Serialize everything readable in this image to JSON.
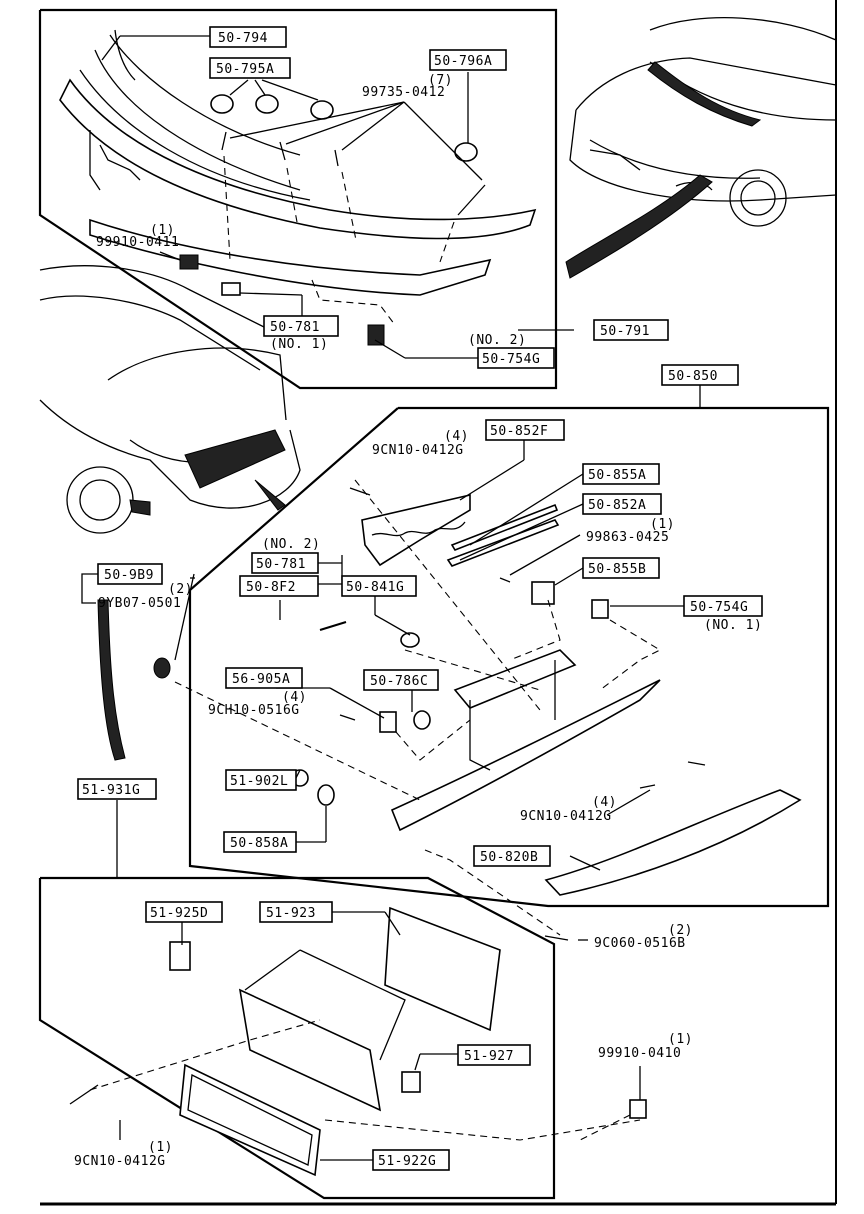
{
  "callouts": {
    "c50_794": "50-794",
    "c50_795A": "50-795A",
    "c50_796A": "50-796A",
    "c99735_qty": "(7)",
    "c99735": "99735-0412",
    "c99910_0411_qty": "(1)",
    "c99910_0411": "99910-0411",
    "c50_781_top": "50-781",
    "c50_781_top_note": "(NO. 1)",
    "c50_754G_top_note": "(NO. 2)",
    "c50_754G_top": "50-754G",
    "c50_791": "50-791",
    "c50_850": "50-850",
    "c50_852F": "50-852F",
    "c9CN10_top_qty": "(4)",
    "c9CN10_top": "9CN10-0412G",
    "c50_855A": "50-855A",
    "c50_852A": "50-852A",
    "c99863_qty": "(1)",
    "c99863": "99863-0425",
    "c50_855B": "50-855B",
    "c50_754G_mid": "50-754G",
    "c50_754G_mid_note": "(NO. 1)",
    "c50_781_mid_note": "(NO. 2)",
    "c50_781_mid": "50-781",
    "c50_8F2": "50-8F2",
    "c50_841G": "50-841G",
    "c50_9B9": "50-9B9",
    "c9YB07_qty": "(2)",
    "c9YB07": "9YB07-0501",
    "c56_905A": "56-905A",
    "c9CH10_qty": "(4)",
    "c9CH10": "9CH10-0516G",
    "c50_786C": "50-786C",
    "c51_902L": "51-902L",
    "c9CN10_mid_qty": "(4)",
    "c9CN10_mid": "9CN10-0412G",
    "c50_858A": "50-858A",
    "c50_820B": "50-820B",
    "c51_931G": "51-931G",
    "c51_925D": "51-925D",
    "c51_923": "51-923",
    "c9C060_qty": "(2)",
    "c9C060": "9C060-0516B",
    "c51_927": "51-927",
    "c99910_0410_qty": "(1)",
    "c99910_0410": "99910-0410",
    "c9CN10_bot_qty": "(1)",
    "c9CN10_bot": "9CN10-0412G",
    "c51_922G": "51-922G"
  }
}
